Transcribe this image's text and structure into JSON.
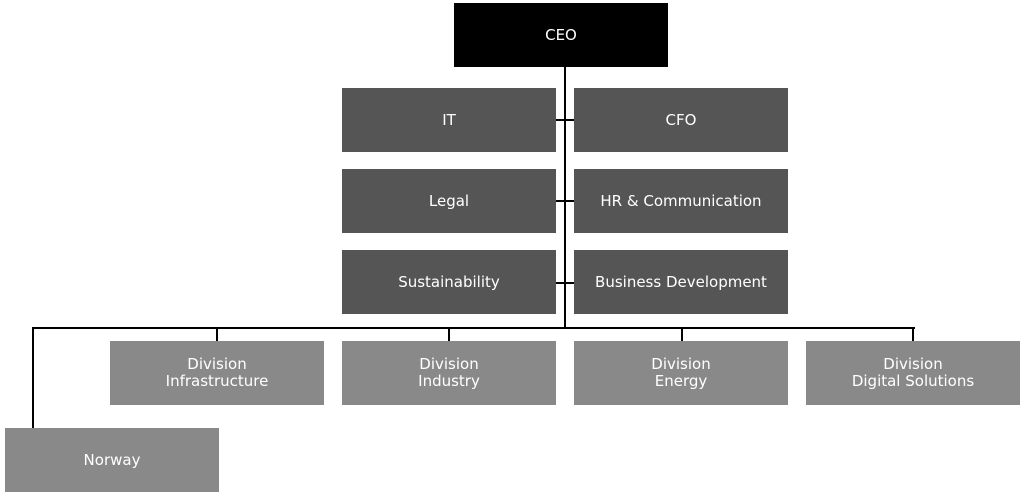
{
  "chart": {
    "ceo": "CEO",
    "staff_left": [
      "IT",
      "Legal",
      "Sustainability"
    ],
    "staff_right": [
      "CFO",
      "HR & Communication",
      "Business Development"
    ],
    "divisions": [
      {
        "line1": "Division",
        "line2": "Infrastructure"
      },
      {
        "line1": "Division",
        "line2": "Industry"
      },
      {
        "line1": "Division",
        "line2": "Energy"
      },
      {
        "line1": "Division",
        "line2": "Digital Solutions"
      }
    ],
    "country": "Norway"
  },
  "colors": {
    "ceo_box": "#000000",
    "staff_box": "#555555",
    "division_box": "#898989",
    "connector": "#000000",
    "text": "#ffffff"
  }
}
